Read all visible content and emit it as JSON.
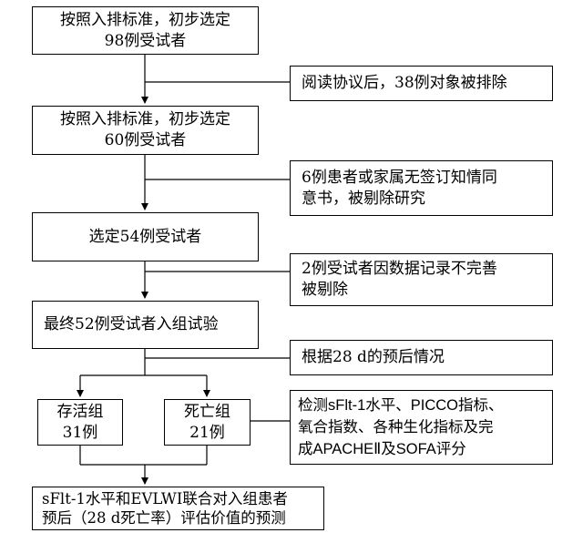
{
  "main_steps": {
    "step1": [
      "按照入排标准，初步选定",
      "98例受试者"
    ],
    "step2": [
      "按照入排标准，初步选定",
      "60例受试者"
    ],
    "step3": [
      "选定54例受试者"
    ],
    "step4": [
      "最终52例受试者入组试验"
    ]
  },
  "exclusions": {
    "ex1": [
      "阅读协议后，38例对象被排除"
    ],
    "ex2": [
      "6例患者或家属无签订知情同",
      "意书，被剔除研究"
    ],
    "ex3": [
      "2例受试者因数据记录不完善",
      "被剔除"
    ]
  },
  "prognosis_note": [
    "根据28 d的预后情况"
  ],
  "groups": {
    "survival": [
      "存活组",
      "31例"
    ],
    "death": [
      "死亡组",
      "21例"
    ]
  },
  "detection_note": [
    "检测sFlt-1水平、PICCO指标、",
    "氧合指数、各种生化指标及完",
    "成APACHEⅡ及SOFA评分"
  ],
  "conclusion": [
    "sFlt-1水平和EVLWI联合对入组患者",
    "预后（28 d死亡率）评估价值的预测"
  ]
}
